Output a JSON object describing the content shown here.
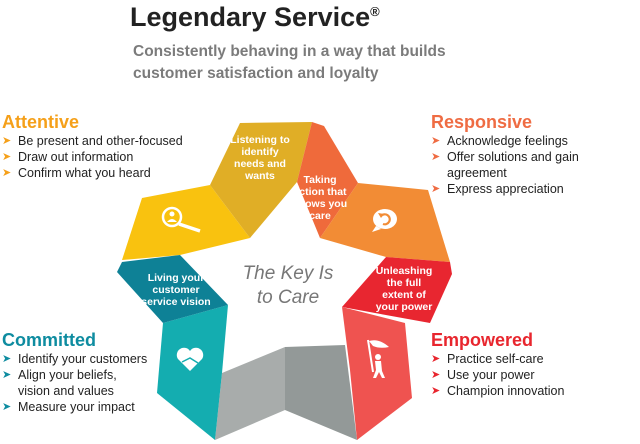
{
  "title": "Legendary Service",
  "title_mark": "®",
  "subtitle": "Consistently behaving in a way that builds customer satisfaction and loyalty",
  "center_text": "The Key Is to Care",
  "colors": {
    "attentive": "#F5A01A",
    "responsive": "#EF6C43",
    "committed": "#0E8CA0",
    "empowered": "#E8262E"
  },
  "sections": {
    "attentive": {
      "heading": "Attentive",
      "items": [
        "Be present and other-focused",
        "Draw out information",
        "Confirm what you heard"
      ]
    },
    "responsive": {
      "heading": "Responsive",
      "items": [
        "Acknowledge feelings",
        "Offer solutions and gain agreement",
        "Express appreciation"
      ]
    },
    "committed": {
      "heading": "Committed",
      "items": [
        "Identify your customers",
        "Align your beliefs, vision and values",
        "Measure your impact"
      ]
    },
    "empowered": {
      "heading": "Empowered",
      "items": [
        "Practice self-care",
        "Use your power",
        "Champion innovation"
      ]
    }
  },
  "segments": {
    "listening": "Listening to identify needs and wants",
    "taking_action": "Taking action that shows you care",
    "unleashing": "Unleashing the full extent of your power",
    "living": "Living your customer service vision"
  },
  "icons": [
    "magnifier-person-icon",
    "speech-bubble-return-icon",
    "person-flag-icon",
    "heart-handshake-icon"
  ],
  "bullet_glyph": "➤"
}
